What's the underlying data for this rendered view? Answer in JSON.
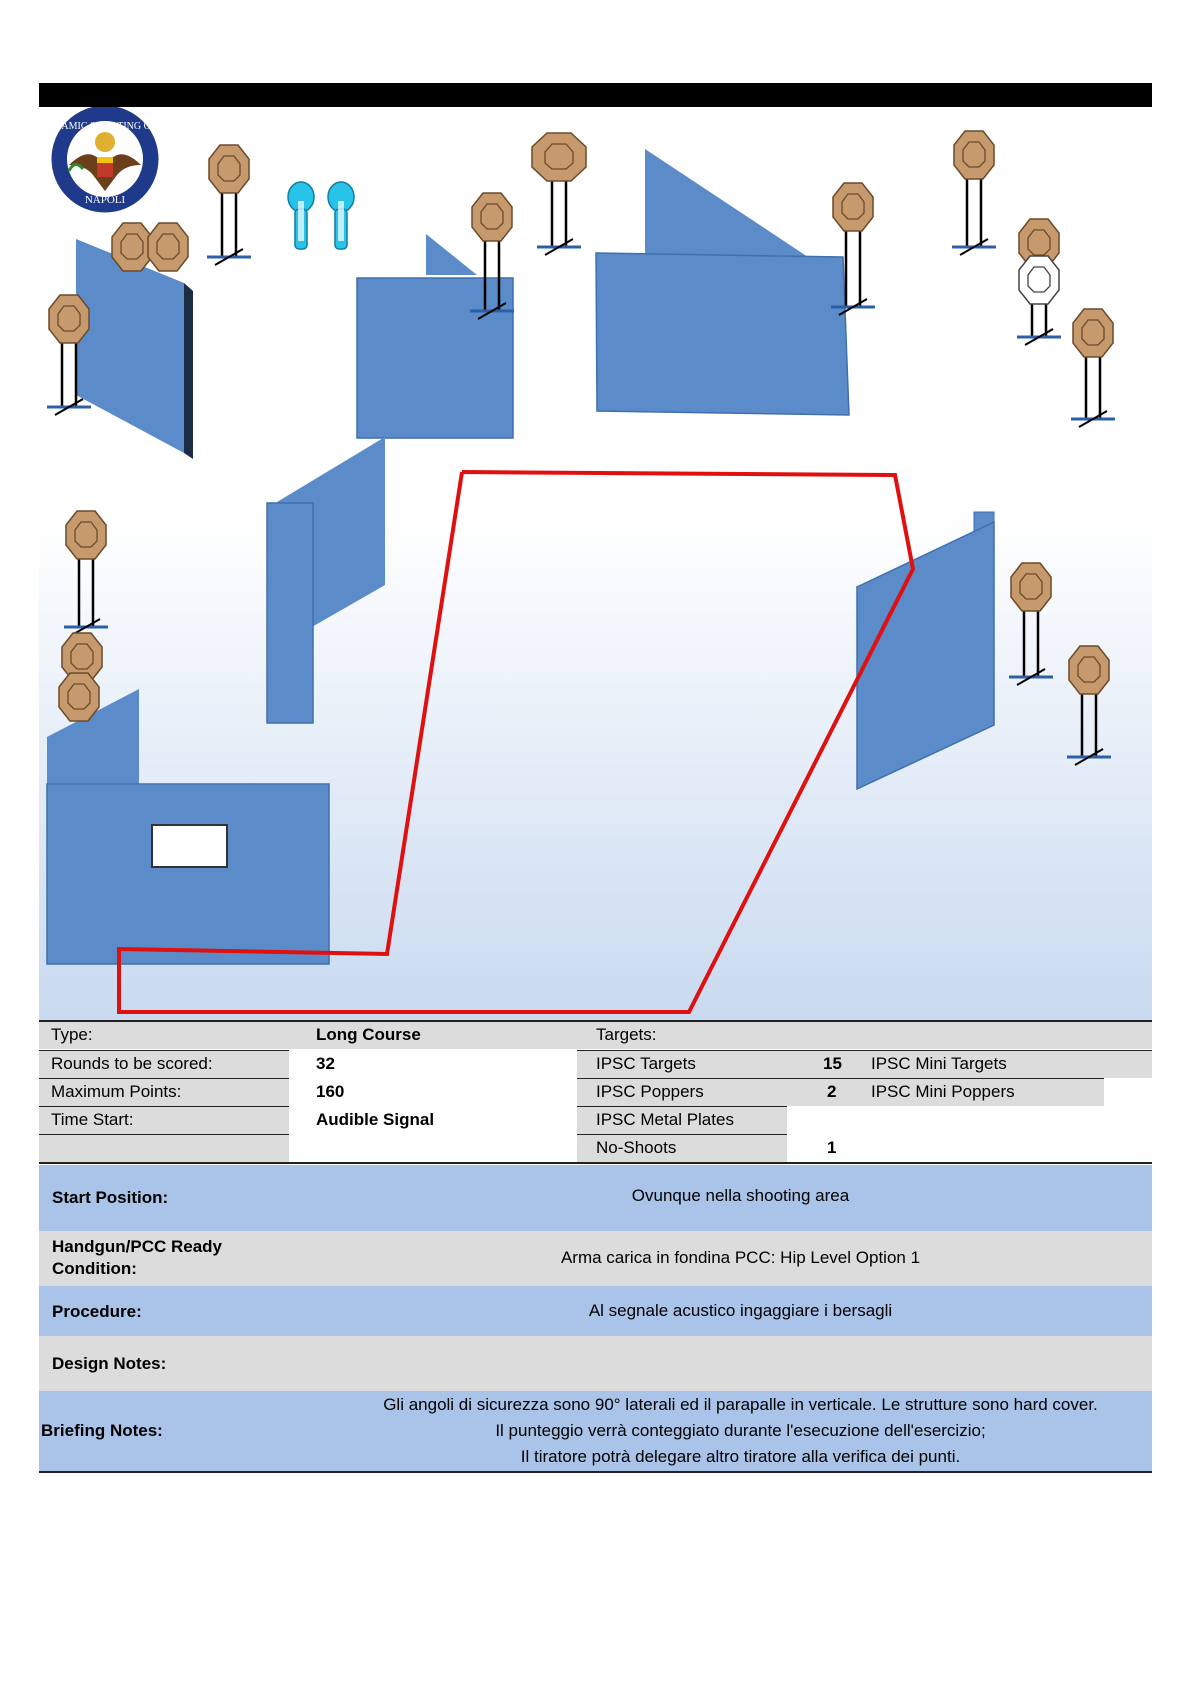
{
  "logo": {
    "ring_top": "DYNAMIC SHOOTING CLUB",
    "ring_bottom": "NAPOLI"
  },
  "colors": {
    "wall": "#5b8bc9",
    "wall_dark": "#3f6fae",
    "target": "#c69a6d",
    "popper": "#29c3ea",
    "fault_line": "#e01010",
    "row_grey": "#dcdcdc",
    "row_blue": "#a9c4e8"
  },
  "stage_summary": {
    "type_label": "Type:",
    "type_value": "Long Course",
    "rounds_label": "Rounds to be scored:",
    "rounds_value": "32",
    "points_label": "Maximum Points:",
    "points_value": "160",
    "start_label": "Time Start:",
    "start_value": "Audible Signal"
  },
  "targets": {
    "header": "Targets:",
    "ipsc_targets_label": "IPSC Targets",
    "ipsc_targets_count": "15",
    "ipsc_mini_targets_label": "IPSC Mini Targets",
    "ipsc_poppers_label": "IPSC Poppers",
    "ipsc_poppers_count": "2",
    "ipsc_mini_poppers_label": "IPSC Mini Poppers",
    "metal_plates_label": "IPSC Metal Plates",
    "no_shoots_label": "No-Shoots",
    "no_shoots_count": "1"
  },
  "info": {
    "start_position_label": "Start Position:",
    "start_position_value": "Ovunque nella shooting area",
    "ready_label_1": "Handgun/PCC Ready",
    "ready_label_2": "Condition:",
    "ready_value": "Arma carica in fondina PCC: Hip Level Option 1",
    "procedure_label": "Procedure:",
    "procedure_value": "Al segnale acustico ingaggiare i bersagli",
    "design_label": "Design Notes:",
    "briefing_label": "Briefing Notes:",
    "briefing_lines": [
      "Gli angoli di sicurezza sono 90° laterali ed il parapalle in verticale. Le strutture sono hard cover.",
      "Il punteggio verrà conteggiato durante l'esecuzione dell'esercizio;",
      "Il tiratore potrà delegare altro tiratore alla verifica dei punti."
    ]
  }
}
